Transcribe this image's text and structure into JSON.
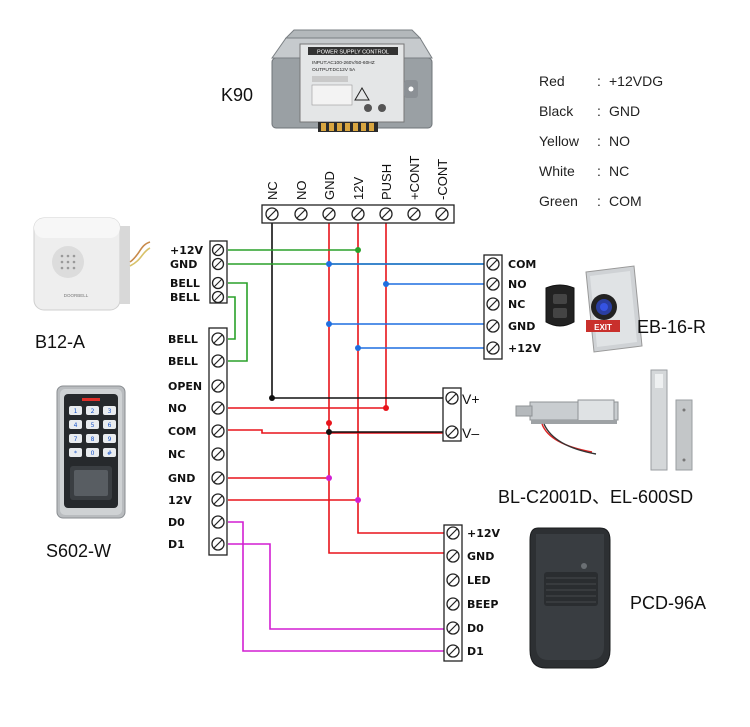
{
  "psu": {
    "name": "K90",
    "panel_title": "POWER SUPPLY CONTROL",
    "panel_input": "INPUT:AC100-260V/50-60HZ",
    "panel_output": "OUTPUT:DC12V 5A",
    "terminals": [
      "NC",
      "NO",
      "GND",
      "12V",
      "PUSH",
      "+CONT",
      "-CONT"
    ]
  },
  "legend": [
    {
      "color": "Red",
      "sep": ":",
      "value": "+12VDG"
    },
    {
      "color": "Black",
      "sep": ":",
      "value": "GND"
    },
    {
      "color": "Yellow",
      "sep": ":",
      "value": "NO"
    },
    {
      "color": "White",
      "sep": ":",
      "value": "NC"
    },
    {
      "color": "Green",
      "sep": ":",
      "value": "COM"
    }
  ],
  "doorbell": {
    "name": "B12-A",
    "terminals": [
      "+12V",
      "GND",
      "BELL",
      "BELL"
    ],
    "brand": "DOORBELL"
  },
  "keypad": {
    "name": "S602-W",
    "terminals": [
      "BELL",
      "BELL",
      "OPEN",
      "NO",
      "COM",
      "NC",
      "GND",
      "12V",
      "D0",
      "D1"
    ],
    "keys": [
      "1",
      "2",
      "3",
      "4",
      "5",
      "6",
      "7",
      "8",
      "9",
      "*",
      "0",
      "#"
    ]
  },
  "exit_button": {
    "name": "EB-16-R",
    "terminals": [
      "COM",
      "NO",
      "NC",
      "GND",
      "+12V"
    ],
    "face_label": "EXIT"
  },
  "lock": {
    "name": "BL-C2001D、EL-600SD",
    "terminals": [
      "V+",
      "V–"
    ]
  },
  "reader": {
    "name": "PCD-96A",
    "terminals": [
      "+12V",
      "GND",
      "LED",
      "BEEP",
      "D0",
      "D1"
    ]
  },
  "wire_colors": {
    "red": "#e8141b",
    "black": "#111111",
    "green": "#2aa12a",
    "blue": "#1f6fe0",
    "magenta": "#d21fd2"
  }
}
